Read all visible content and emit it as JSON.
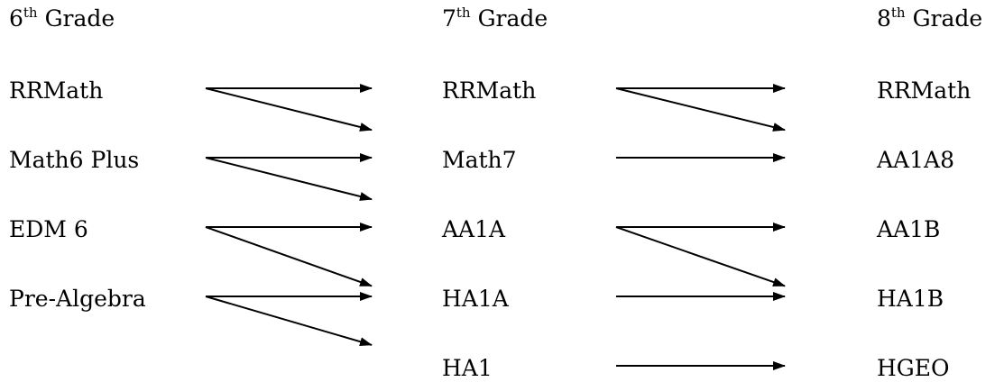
{
  "columns": [
    {
      "header": {
        "number": "6",
        "suffix": "th",
        "word": "Grade"
      },
      "items": [
        "RRMath",
        "Math6 Plus",
        "EDM 6",
        "Pre-Algebra"
      ]
    },
    {
      "header": {
        "number": "7",
        "suffix": "th",
        "word": "Grade"
      },
      "items": [
        "RRMath",
        "Math7",
        "AA1A",
        "HA1A",
        "HA1"
      ]
    },
    {
      "header": {
        "number": "8",
        "suffix": "th",
        "word": "Grade"
      },
      "items": [
        "RRMath",
        "AA1A8",
        "AA1B",
        "HA1B",
        "HGEO"
      ]
    }
  ],
  "arrows": [
    {
      "stage": 0,
      "from_row": 0,
      "to_row": 0
    },
    {
      "stage": 0,
      "from_row": 0,
      "to_row": 0.6
    },
    {
      "stage": 0,
      "from_row": 1,
      "to_row": 1
    },
    {
      "stage": 0,
      "from_row": 1,
      "to_row": 1.6
    },
    {
      "stage": 0,
      "from_row": 2,
      "to_row": 2
    },
    {
      "stage": 0,
      "from_row": 2,
      "to_row": 2.85
    },
    {
      "stage": 0,
      "from_row": 3,
      "to_row": 3
    },
    {
      "stage": 0,
      "from_row": 3,
      "to_row": 3.7
    },
    {
      "stage": 1,
      "from_row": 0,
      "to_row": 0
    },
    {
      "stage": 1,
      "from_row": 0,
      "to_row": 0.6
    },
    {
      "stage": 1,
      "from_row": 1,
      "to_row": 1
    },
    {
      "stage": 1,
      "from_row": 2,
      "to_row": 2
    },
    {
      "stage": 1,
      "from_row": 2,
      "to_row": 2.85
    },
    {
      "stage": 1,
      "from_row": 3,
      "to_row": 3
    },
    {
      "stage": 1,
      "from_row": 4,
      "to_row": 4
    }
  ],
  "colors": {
    "text": "#000000",
    "arrow": "#000000",
    "background": "#ffffff"
  }
}
